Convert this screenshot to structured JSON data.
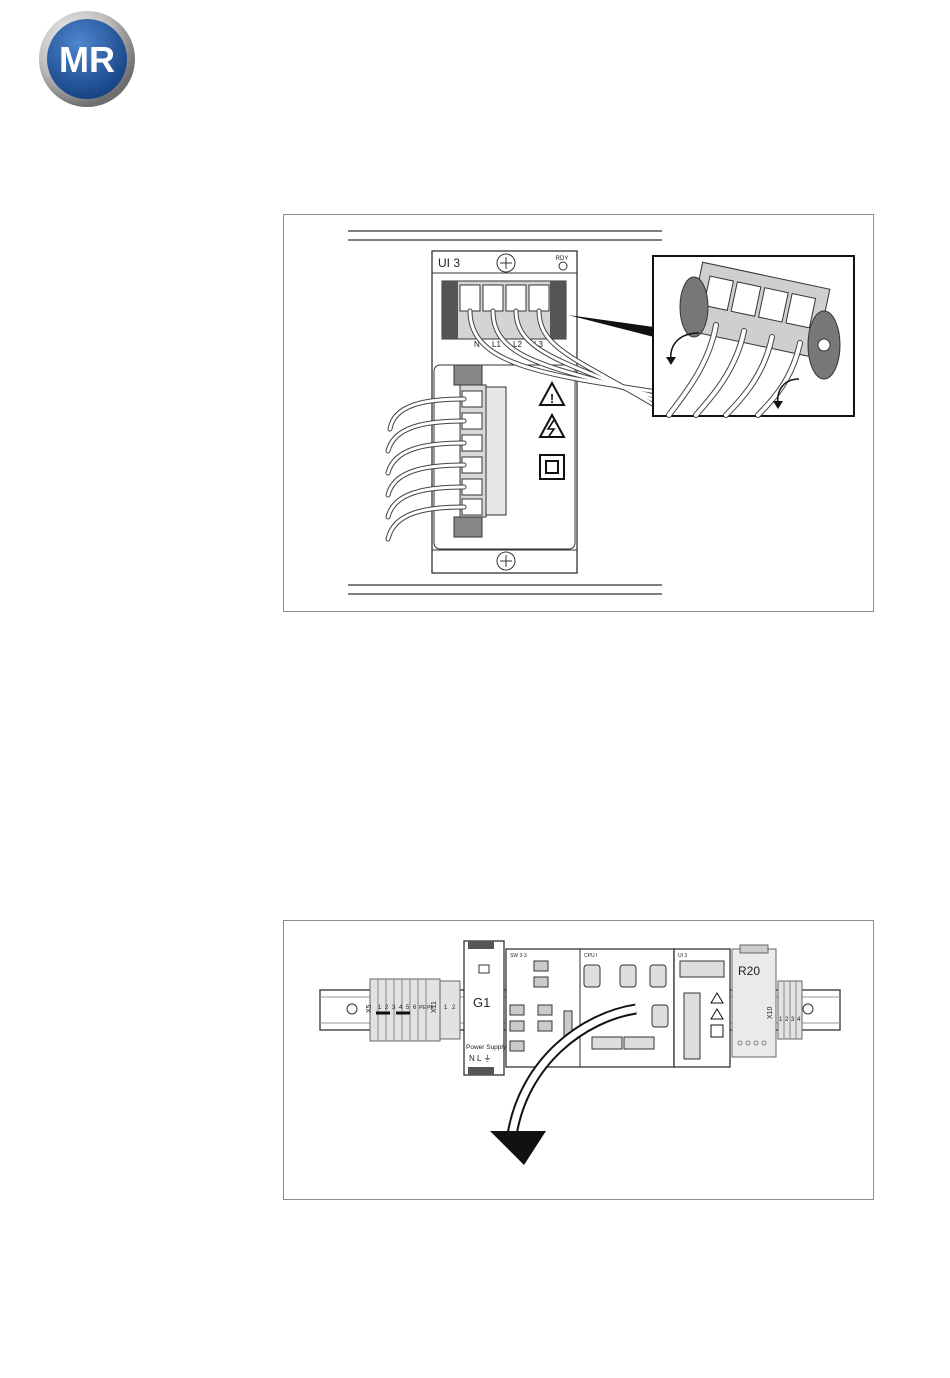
{
  "header": {
    "logo_text": "MR",
    "brand_color": "#1f5aa6"
  },
  "figure_1": {
    "module_label": "UI 3",
    "rdy_label": "RDY",
    "terminals": [
      "N",
      "L1",
      "L2",
      "L3"
    ]
  },
  "figure_2": {
    "left_terminal_label": "X5",
    "left_terminal_numbers": [
      "1",
      "2",
      "3",
      "4",
      "5",
      "6",
      "PE",
      "PE"
    ],
    "x11_label": "X11",
    "x11_numbers": [
      "1",
      "2"
    ],
    "power_supply_label": "G1",
    "power_supply_caption": "Power Supply",
    "power_supply_terminals": "N L ⏚",
    "module_sw": "SW 3-3",
    "module_cpu": "CPU I",
    "module_ui": "UI 3",
    "relay_label": "R20",
    "right_terminal_label": "X10",
    "right_terminal_numbers": [
      "1",
      "2",
      "3",
      "4"
    ]
  }
}
